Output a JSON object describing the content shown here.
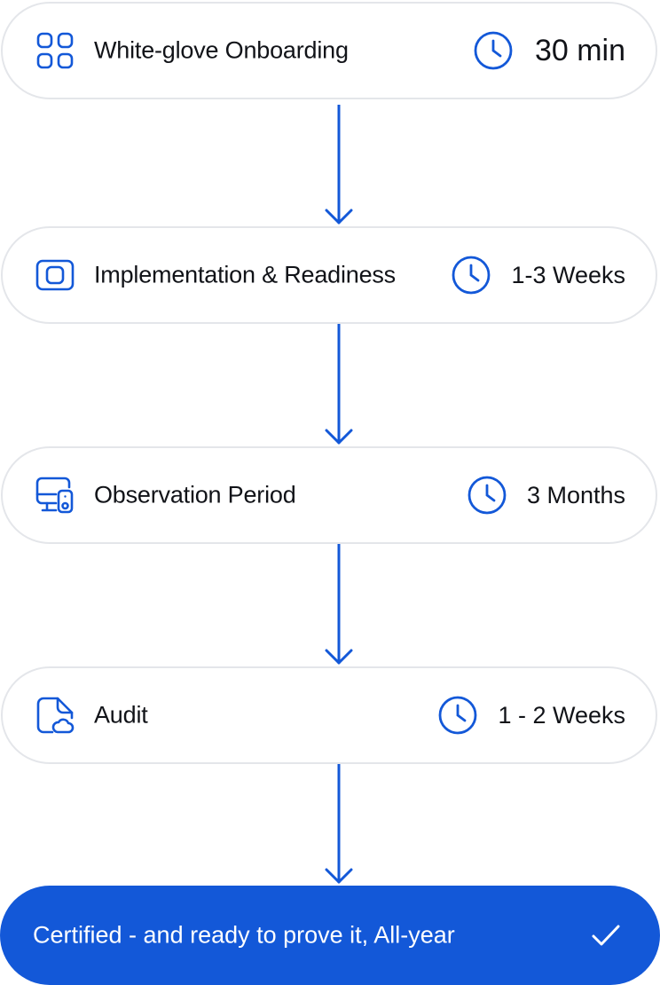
{
  "accent_color": "#1358d8",
  "steps": [
    {
      "icon": "grid-icon",
      "title": "White-glove Onboarding",
      "duration_icon": "clock-icon",
      "duration": "30 min"
    },
    {
      "icon": "screen-icon",
      "title": "Implementation & Readiness",
      "duration_icon": "clock-icon",
      "duration": "1-3 Weeks"
    },
    {
      "icon": "monitor-device-icon",
      "title": "Observation Period",
      "duration_icon": "clock-icon",
      "duration": "3 Months"
    },
    {
      "icon": "cloud-document-icon",
      "title": "Audit",
      "duration_icon": "clock-icon",
      "duration": "1 - 2 Weeks"
    }
  ],
  "final": {
    "text": "Certified - and ready to prove it, All-year",
    "icon": "checkmark-icon"
  }
}
